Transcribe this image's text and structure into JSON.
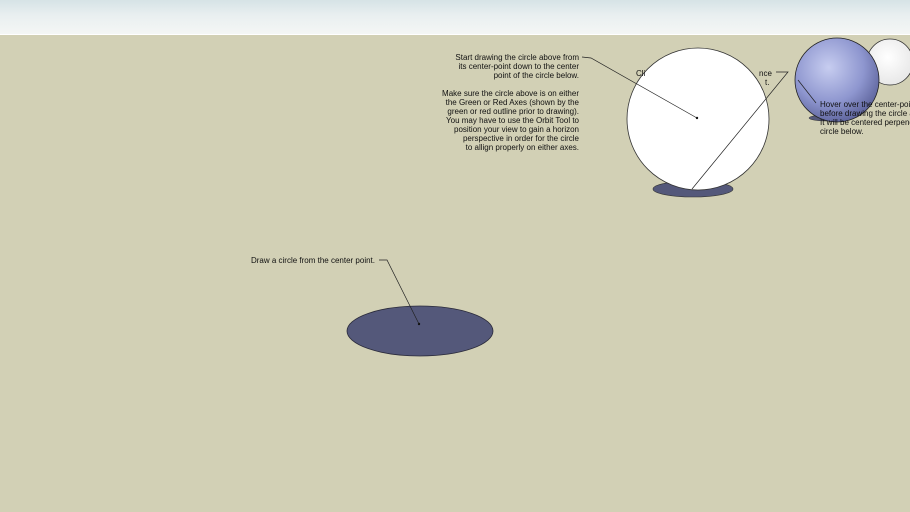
{
  "scene": {
    "colors": {
      "ground": "#d2d0b5",
      "sky_top": "#d6e3e6",
      "sky_bottom": "#f4f6f5",
      "shadow_disk": "#54587a",
      "white_sphere": "#ffffff",
      "blue_sphere": "#8e96cf"
    },
    "notes": {
      "start_drawing": [
        "Start drawing the circle above from",
        "its center-point down to the center",
        "point of the circle below."
      ],
      "axes_instructions": [
        "Make sure the circle above is on either",
        "the Green or Red Axes (shown by the",
        "green or red outline prior to drawing).",
        "You may have to use the Orbit Tool to",
        "position your view to gain a horizon",
        "perspective in order for the circle",
        "to allign properly on either axes."
      ],
      "click_partial_top": "Cli",
      "click_partial_top_right": "nce",
      "click_partial_bottom": "t.",
      "hover_center": [
        "Hover over the center-poi",
        "before drawing the circle a",
        "It will be centered perpend",
        "circle below."
      ],
      "draw_circle": "Draw a circle from the center point."
    }
  }
}
